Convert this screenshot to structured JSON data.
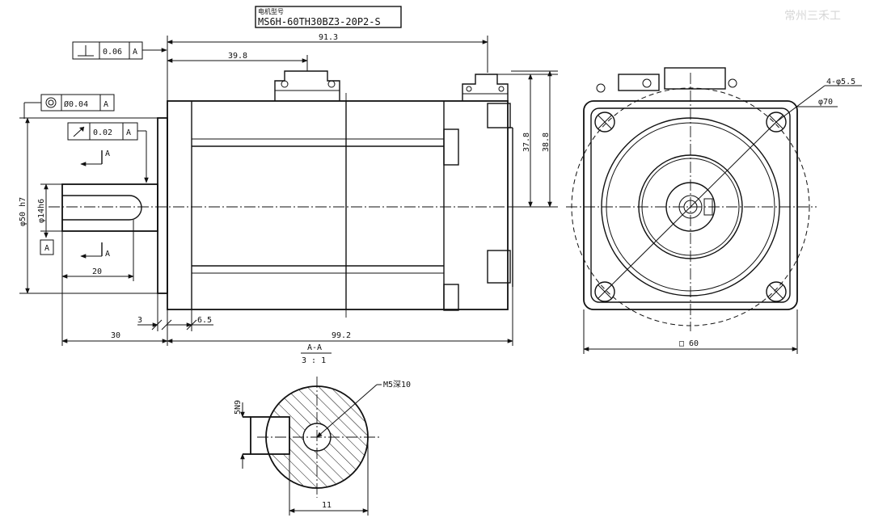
{
  "watermark": "常州三禾工",
  "model_block": {
    "caption": "电机型号",
    "model": "MS6H-60TH30BZ3-20P2-S"
  },
  "tolerances": {
    "perpendicularity": {
      "value": "0.06",
      "datum": "A"
    },
    "concentricity": {
      "value": "Ø0.04",
      "datum": "A"
    },
    "runout": {
      "value": "0.02",
      "datum": "A"
    }
  },
  "datum_label": "A",
  "section_markers": {
    "top": "A",
    "bottom": "A"
  },
  "dimensions": {
    "overall_top": "91.3",
    "connector_offset": "39.8",
    "height_a": "37.8",
    "height_b": "38.8",
    "flange_diameter": "φ50 h7",
    "shaft_diameter": "φ14h6",
    "key_length": "20",
    "shaft_length": "30",
    "flange_step": "3",
    "flange_thickness": "6.5",
    "body_length": "99.2",
    "mount_holes": "4-φ5.5",
    "pcd": "φ70",
    "square_size": "□ 60"
  },
  "section_view": {
    "name": "A-A",
    "scale": "3 : 1",
    "tapped_hole": "M5深10",
    "key_width": "5N9",
    "key_depth": "11"
  }
}
